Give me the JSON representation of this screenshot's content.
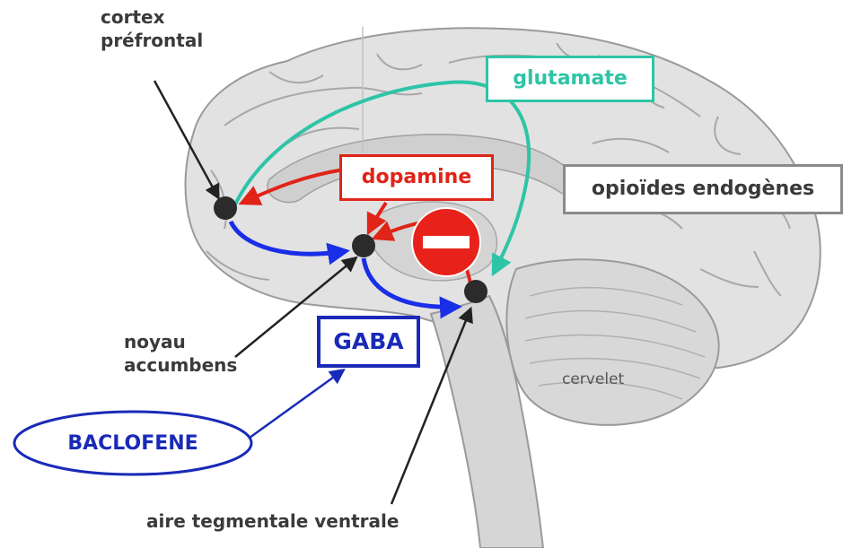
{
  "labels": {
    "cortex_line1": "cortex",
    "cortex_line2": "préfrontal",
    "nucleus_line1": "noyau",
    "nucleus_line2": "accumbens",
    "vta": "aire tegmentale ventrale",
    "cerebellum": "cervelet"
  },
  "boxes": {
    "glutamate": "glutamate",
    "dopamine": "dopamine",
    "opioids": "opioïdes endogènes",
    "gaba": "GABA",
    "baclofene": "BACLOFENE"
  },
  "colors": {
    "glutamate": "#2ec4a6",
    "dopamine": "#e02418",
    "gaba": "#1a2ee8",
    "baclofene": "#1a2ab8",
    "opioids_border": "#8a8a8a",
    "label_text": "#3a3a3a",
    "brain": "#e2e2e2",
    "brain_line": "#a8a8a8",
    "nucleus": "#2b2b2b",
    "no_entry": "#e8221a"
  },
  "icons": {
    "no_entry": "no-entry-sign-icon"
  }
}
